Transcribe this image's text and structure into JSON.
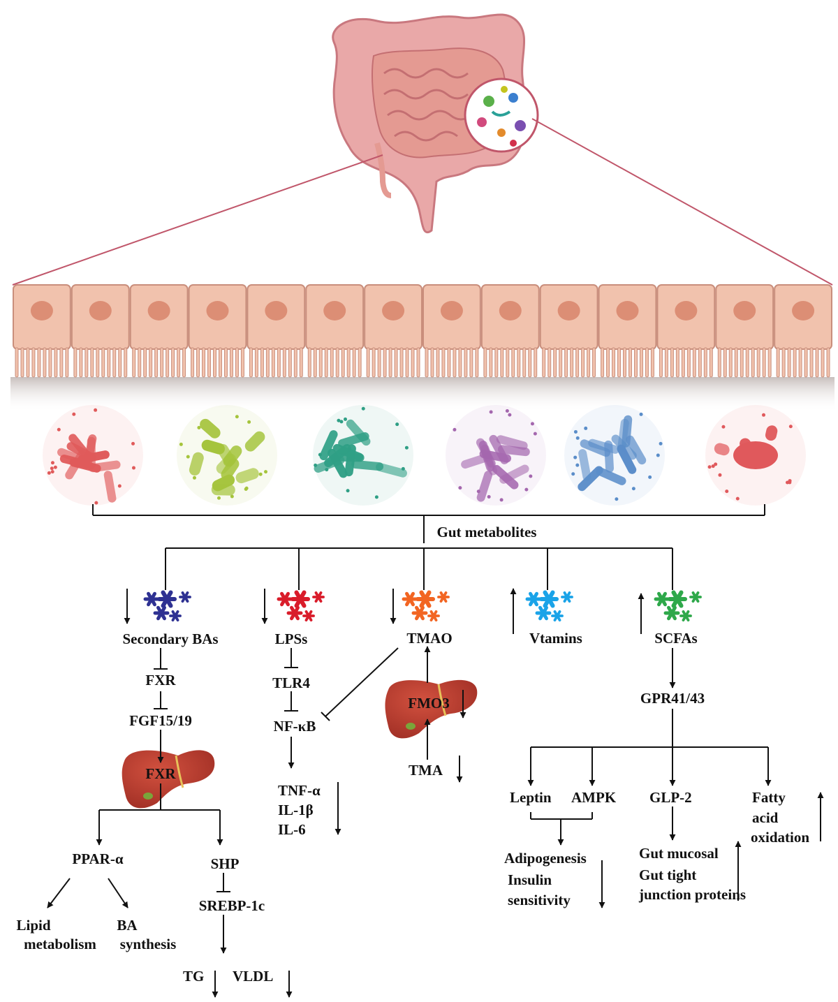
{
  "colors": {
    "intestine": "#e8a3a3",
    "intestine_dark": "#c97a7e",
    "cell": "#f1c2ad",
    "cell_border": "#c98e7c",
    "nucleus": "#dc8e75",
    "liver": "#b2372b",
    "line": "#c0566a",
    "bacteria": [
      "#e05a5a",
      "#a5c43c",
      "#2f9f85",
      "#a467ae",
      "#5a8dc9",
      "#e0595c"
    ],
    "stars": {
      "bas": "#2e3192",
      "lps": "#d91c2a",
      "tmao": "#f26522",
      "vit": "#1aa3e8",
      "scfa": "#2ea84a"
    }
  },
  "icons": [
    "intestine-icon",
    "microbe-circle-icon",
    "epithelial-cell-icon",
    "bacteria-cluster-icon",
    "liver-icon",
    "molecule-star-icon"
  ],
  "labels": {
    "gut_metabolites": "Gut metabolites",
    "secondary_bas": "Secondary BAs",
    "fxr1": "FXR",
    "fgf": "FGF15/19",
    "fxr_liver": "FXR",
    "ppar": "PPAR-α",
    "shp": "SHP",
    "lipid1": "Lipid",
    "lipid2": "metabolism",
    "ba1": "BA",
    "ba2": "synthesis",
    "srebp": "SREBP-1c",
    "tg": "TG",
    "vldl": "VLDL",
    "lpss": "LPSs",
    "tlr4": "TLR4",
    "nfkb": "NF-κB",
    "tnf": "TNF-α",
    "il1b": "IL-1β",
    "il6": "IL-6",
    "tmao": "TMAO",
    "fmo3": "FMO3",
    "tma": "TMA",
    "vtamins": "Vtamins",
    "scfas": "SCFAs",
    "gpr": "GPR41/43",
    "leptin": "Leptin",
    "ampk": "AMPK",
    "glp2": "GLP-2",
    "fatty1": "Fatty",
    "fatty2": "acid",
    "fatty3": "oxidation",
    "adipo": "Adipogenesis",
    "insulin1": "Insulin",
    "insulin2": "sensitivity",
    "gutmuc": "Gut mucosal",
    "guttight": "Gut tight",
    "junction": "junction proteins"
  }
}
